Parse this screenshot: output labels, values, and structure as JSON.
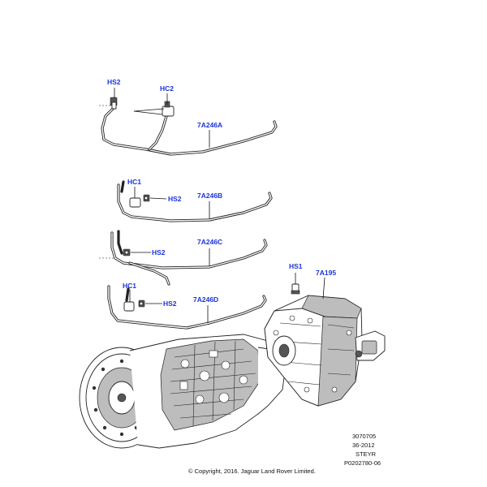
{
  "callouts": {
    "a_hs2": "HS2",
    "a_hc2": "HC2",
    "a_pipe": "7A246A",
    "b_hc1": "HC1",
    "b_hs2": "HS2",
    "b_pipe": "7A246B",
    "c_hs2": "HS2",
    "c_pipe": "7A246C",
    "d_hc1": "HC1",
    "d_hs2": "HS2",
    "d_pipe": "7A246D",
    "e_hs1": "HS1",
    "e_case": "7A195"
  },
  "reference": {
    "line1": "3070705",
    "line2": "36-2012",
    "line3": "STEYR",
    "line4": "P0202780-06"
  },
  "copyright": "© Copyright, 2016. Jaguar Land Rover Limited.",
  "colors": {
    "callout": "#1a33d6",
    "line": "#222222",
    "background": "#ffffff"
  }
}
